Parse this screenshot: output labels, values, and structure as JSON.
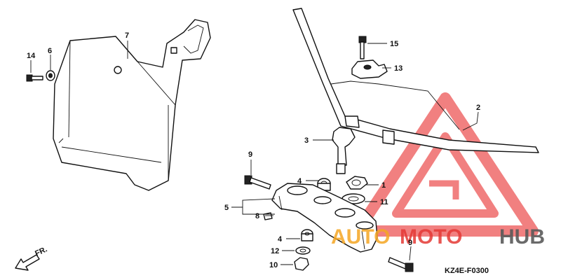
{
  "watermark": {
    "text_part1": "AUTO",
    "text_part2": "MOTO",
    "text_part3": "HUB",
    "colors": {
      "red": "#e53935",
      "orange": "#f5a623",
      "gray": "#5a5a5a"
    }
  },
  "diagram_code": "KZ4E-F0300",
  "direction_label": "FR.",
  "callouts": [
    {
      "id": "14",
      "text": "14"
    },
    {
      "id": "6",
      "text": "6"
    },
    {
      "id": "7",
      "text": "7"
    },
    {
      "id": "15",
      "text": "15"
    },
    {
      "id": "13",
      "text": "13"
    },
    {
      "id": "2",
      "text": "2"
    },
    {
      "id": "3",
      "text": "3"
    },
    {
      "id": "9a",
      "text": "9"
    },
    {
      "id": "4a",
      "text": "4"
    },
    {
      "id": "1",
      "text": "1"
    },
    {
      "id": "11",
      "text": "11"
    },
    {
      "id": "5",
      "text": "5"
    },
    {
      "id": "8",
      "text": "8"
    },
    {
      "id": "4b",
      "text": "4"
    },
    {
      "id": "12",
      "text": "12"
    },
    {
      "id": "10",
      "text": "10"
    },
    {
      "id": "9b",
      "text": "9"
    }
  ]
}
